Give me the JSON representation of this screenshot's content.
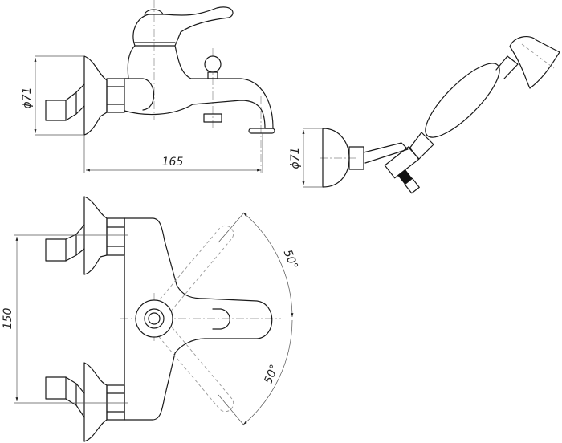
{
  "drawing": {
    "title": "Bath mixer technical drawing",
    "dimensions": {
      "flange_diameter_label": "ϕ71",
      "shower_flange_diameter_label": "ϕ71",
      "spout_length_label": "165",
      "inlet_spacing_label": "150",
      "lever_angle_up_label": "50°",
      "lever_angle_down_label": "50°"
    }
  }
}
